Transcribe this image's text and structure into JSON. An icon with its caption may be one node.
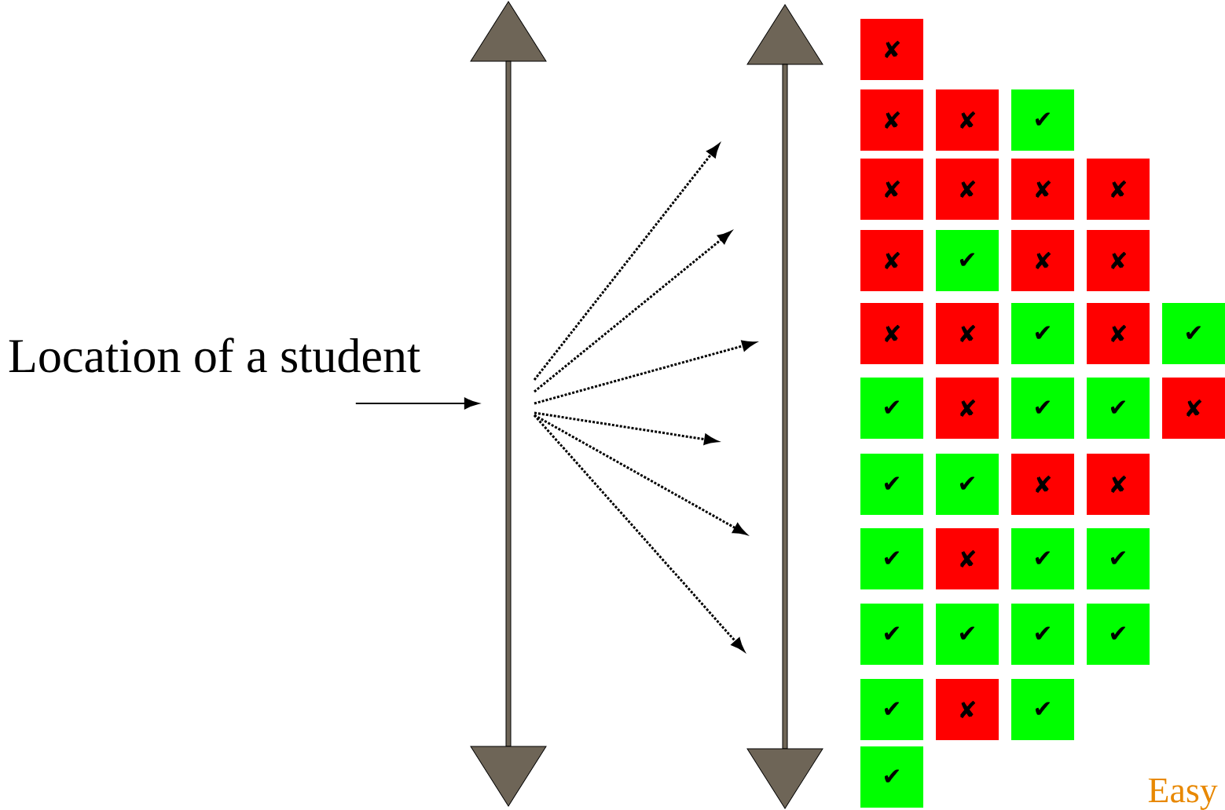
{
  "diagram": {
    "nodes": [
      {
        "text": [],
        "shape": "bar"
      },
      {
        "text": [],
        "shape": "bar"
      },
      {
        "text": [
          "✘"
        ]
      },
      {
        "text": [
          "✘"
        ]
      },
      {
        "text": [
          "✘"
        ]
      },
      {
        "text": [
          "✔"
        ]
      },
      {
        "text": [
          "✘"
        ]
      },
      {
        "text": [
          "✘"
        ]
      },
      {
        "text": [
          "✘"
        ]
      },
      {
        "text": [
          "✘"
        ]
      },
      {
        "text": [
          "✘"
        ]
      },
      {
        "text": [
          "✔"
        ]
      },
      {
        "text": [
          "✘"
        ]
      },
      {
        "text": [
          "✘"
        ]
      },
      {
        "text": [
          "✘"
        ]
      },
      {
        "text": [
          "✘"
        ]
      },
      {
        "text": [
          "✔"
        ]
      },
      {
        "text": [
          "✘"
        ]
      },
      {
        "text": [
          "✔"
        ]
      },
      {
        "text": [
          "✔"
        ]
      },
      {
        "text": [
          "✘"
        ]
      },
      {
        "text": [
          "✔"
        ]
      },
      {
        "text": [
          "✔"
        ]
      },
      {
        "text": [
          "✘"
        ]
      },
      {
        "text": [
          "✔"
        ]
      },
      {
        "text": [
          "✔"
        ]
      },
      {
        "text": [
          "✘"
        ]
      },
      {
        "text": [
          "✘"
        ]
      },
      {
        "text": [
          "✔"
        ]
      },
      {
        "text": [
          "✘"
        ]
      },
      {
        "text": [
          "✔"
        ]
      },
      {
        "text": [
          "✔"
        ]
      },
      {
        "text": [
          "✔"
        ]
      },
      {
        "text": [
          "✔"
        ]
      },
      {
        "text": [
          "✔"
        ]
      },
      {
        "text": [
          "✔"
        ]
      },
      {
        "text": [
          "✔"
        ]
      },
      {
        "text": [
          "✘"
        ]
      },
      {
        "text": [
          "✔"
        ]
      },
      {
        "text": [
          "✔"
        ]
      }
    ],
    "edges": [
      {
        "from": null,
        "to": 0,
        "arrow": "to",
        "label": "Location of a student"
      },
      {
        "from": 0,
        "to": 1,
        "arrow": "to",
        "style": "dashed"
      },
      {
        "from": 0,
        "to": 1,
        "arrow": "to",
        "style": "dashed"
      },
      {
        "from": 0,
        "to": 1,
        "arrow": "to",
        "style": "dashed"
      },
      {
        "from": 0,
        "to": 1,
        "arrow": "to",
        "style": "dashed"
      },
      {
        "from": 0,
        "to": 1,
        "arrow": "to",
        "style": "dashed"
      },
      {
        "from": 0,
        "to": 1,
        "arrow": "to",
        "style": "dashed"
      }
    ],
    "labels": [
      "Easy"
    ]
  }
}
